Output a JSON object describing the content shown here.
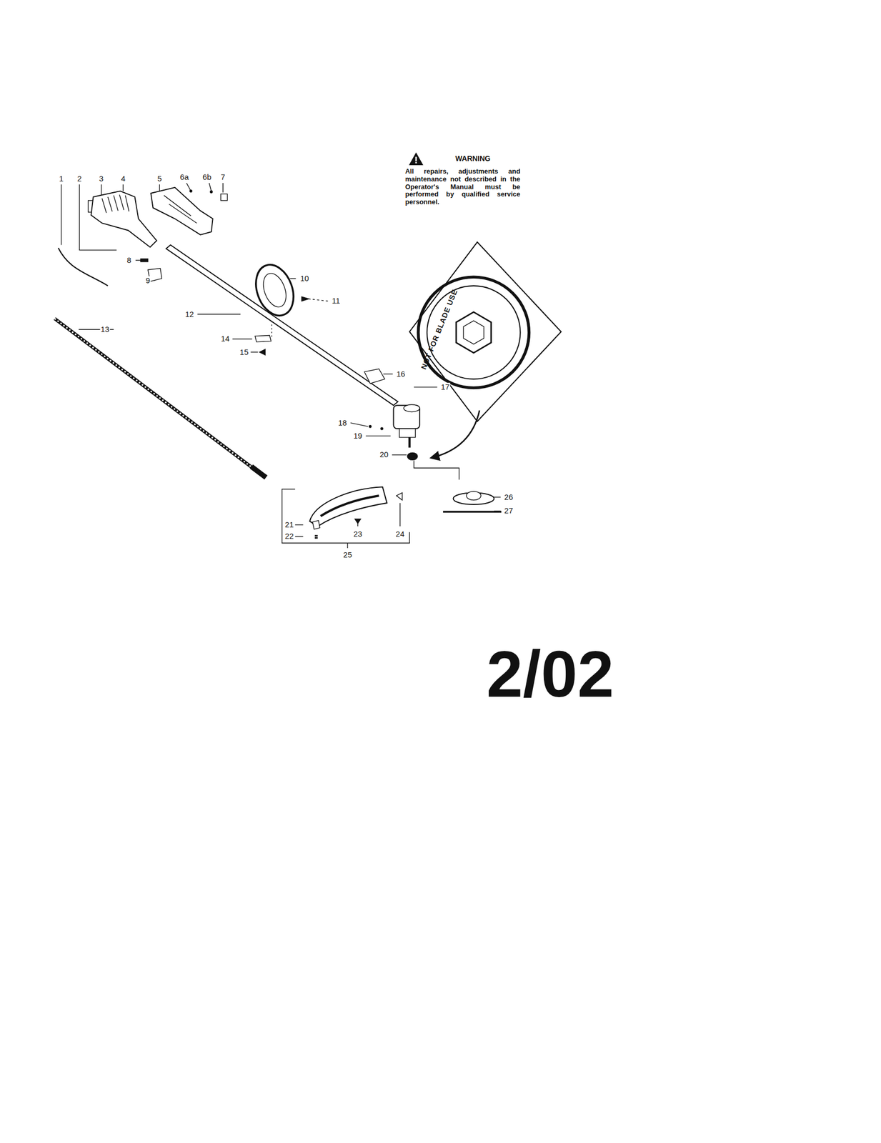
{
  "diagram": {
    "labels": [
      "1",
      "2",
      "3",
      "4",
      "5",
      "6a",
      "6b",
      "7",
      "8",
      "9",
      "10",
      "11",
      "12",
      "13",
      "14",
      "15",
      "16",
      "17",
      "18",
      "19",
      "20",
      "21",
      "22",
      "23",
      "24",
      "25",
      "26",
      "27",
      "WARNING",
      "All repairs, adjustments and maintenance not described in the Operator's Manual must be performed by qualified service personnel.",
      "NOT FOR BLADE USE",
      "2/02"
    ]
  }
}
